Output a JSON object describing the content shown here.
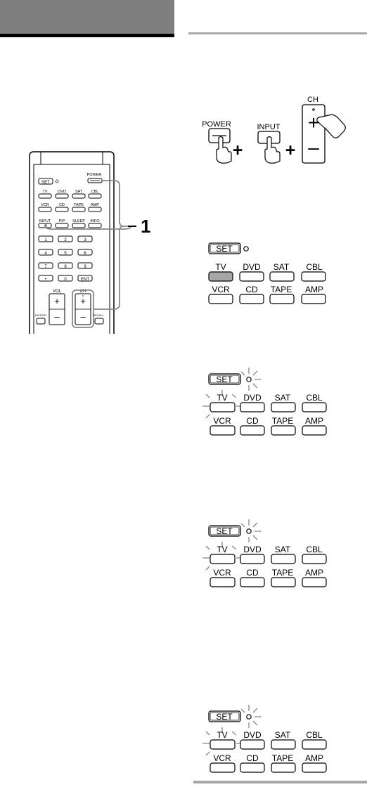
{
  "remote": {
    "set": "SET",
    "power": "POWER",
    "device_row1": [
      "TV",
      "DVD",
      "SAT",
      "CBL"
    ],
    "device_row2": [
      "VCR",
      "CD",
      "TAPE",
      "AMP"
    ],
    "func_row": [
      "INPUT",
      "PIP",
      "SLEEP",
      "INFO"
    ],
    "num_keys": [
      "1",
      "2",
      "3",
      "4",
      "5",
      "6",
      "7",
      "8",
      "9",
      "•",
      "0",
      "ENT"
    ],
    "vol": "VOL",
    "ch": "CH",
    "muting": "MUTING",
    "recall": "RECALL",
    "plus": "+",
    "minus": "–",
    "callout": "1"
  },
  "step_combo": {
    "power": "POWER",
    "input": "INPUT",
    "ch": "CH",
    "plus": "+",
    "minus": "–",
    "join": "+"
  },
  "panels": {
    "set": "SET",
    "row1": [
      "TV",
      "DVD",
      "SAT",
      "CBL"
    ],
    "row2": [
      "VCR",
      "CD",
      "TAPE",
      "AMP"
    ],
    "highlight_color": "#a6a6a6"
  }
}
